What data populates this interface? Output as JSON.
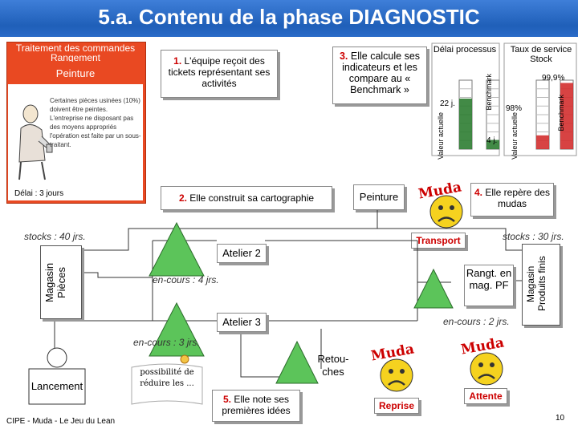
{
  "header": {
    "title": "5.a. Contenu de la phase DIAGNOSTIC"
  },
  "ticket": {
    "line1": "Traitement des commandes",
    "line2": "Rangement",
    "line3": "Peinture",
    "note": "Certaines pièces usinées (10%) doivent être peintes. L'entreprise ne disposant pas des moyens appropriés l'opération est faite par un sous-traitant.",
    "delay": "Délai : 3 jours"
  },
  "callouts": {
    "c1_num": "1.",
    "c1_text": "L'équipe reçoit des tickets représentant ses activités",
    "c2_num": "2.",
    "c2_text": "Elle construit sa cartographie",
    "c3_num": "3.",
    "c3_text": "Elle calcule ses indicateurs et les compare au « Benchmark »",
    "c4_num": "4.",
    "c4_text": "Elle repère des mudas",
    "c5_num": "5.",
    "c5_text": "Elle note ses premières idées"
  },
  "chart_data": [
    {
      "type": "bar",
      "title": "Délai processus",
      "categories": [
        "Valeur actuelle",
        "Benchmark"
      ],
      "values": [
        22,
        4
      ],
      "value_labels": [
        "22 j.",
        "4 j."
      ],
      "colors": {
        "bar": "#2e7d32",
        "empty": "#ffffff"
      }
    },
    {
      "type": "bar",
      "title": "Taux de service Stock",
      "categories": [
        "Valeur actuelle",
        "Benchmark"
      ],
      "values": [
        98,
        99.9
      ],
      "value_labels": [
        "98%",
        "99,9%"
      ],
      "colors": {
        "bar": "#d32f2f",
        "empty": "#ffffff"
      }
    }
  ],
  "map": {
    "peinture": "Peinture",
    "stocks40": "stocks : 40 jrs.",
    "stocks30": "stocks : 30 jrs.",
    "transport": "Transport",
    "magasin_pieces": "Magasin Pièces",
    "magasin_pf": "Magasin Produits finis",
    "atelier2": "Atelier 2",
    "atelier3": "Atelier 3",
    "encours4": "en-cours : 4 jrs.",
    "encours3": "en-cours : 3 jrs.",
    "encours2": "en-cours : 2 jrs.",
    "rangt": "Rangt. en mag. PF",
    "lancement": "Lancement",
    "retouches": "Retou-ches",
    "reprise": "Reprise",
    "attente": "Attente",
    "idea": "possibilité de réduire les ...",
    "muda_word": "Muda"
  },
  "footer": {
    "left": "CIPE - Muda - Le Jeu du Lean",
    "page": "10"
  },
  "colors": {
    "accent_red": "#c00000",
    "title_blue": "#2a6bc8",
    "ticket_orange": "#e94922"
  }
}
